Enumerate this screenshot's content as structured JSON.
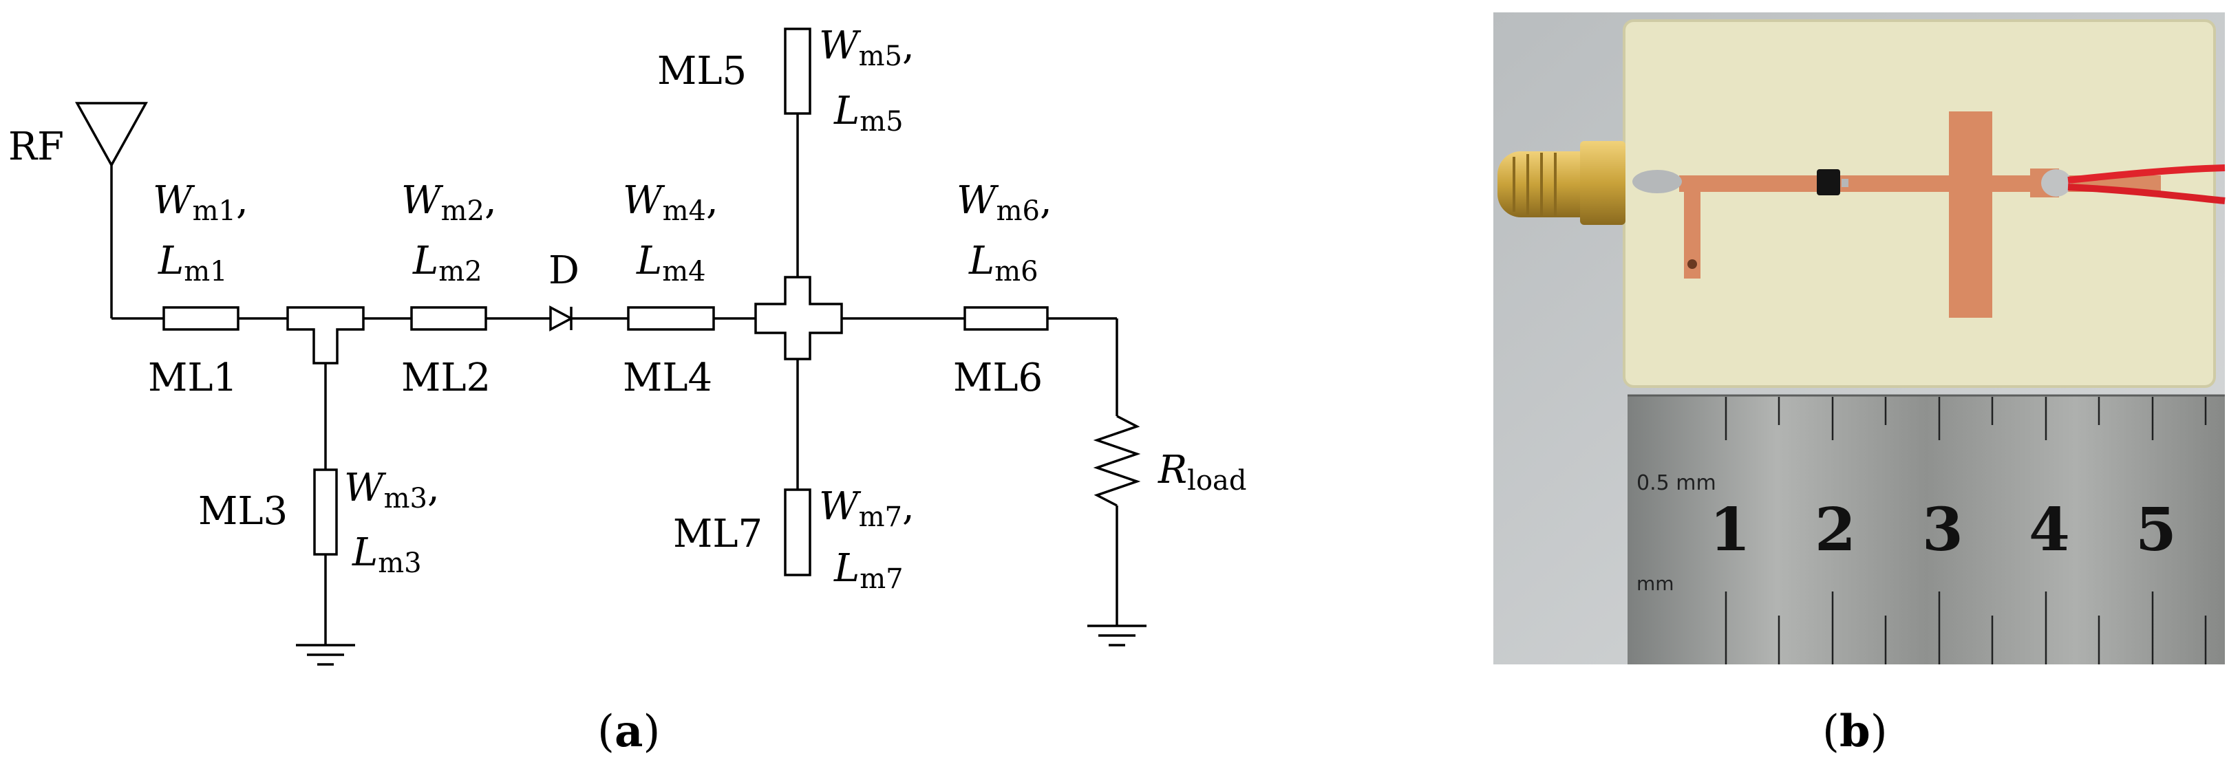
{
  "panel_a": {
    "caption_open": "(",
    "caption_letter": "a",
    "caption_close": ")",
    "antenna_label": "RF",
    "diode_label": "D",
    "load_label_main": "R",
    "load_label_sub": "load",
    "lines": [
      {
        "id": "ML1",
        "w_sub": "m1",
        "l_sub": "m1"
      },
      {
        "id": "ML2",
        "w_sub": "m2",
        "l_sub": "m2"
      },
      {
        "id": "ML3",
        "w_sub": "m3",
        "l_sub": "m3"
      },
      {
        "id": "ML4",
        "w_sub": "m4",
        "l_sub": "m4"
      },
      {
        "id": "ML5",
        "w_sub": "m5",
        "l_sub": "m5"
      },
      {
        "id": "ML6",
        "w_sub": "m6",
        "l_sub": "m6"
      },
      {
        "id": "ML7",
        "w_sub": "m7",
        "l_sub": "m7"
      }
    ],
    "w_symbol": "W",
    "l_symbol": "L",
    "comma": ","
  },
  "panel_b": {
    "caption_open": "(",
    "caption_letter": "b",
    "caption_close": ")",
    "ruler_small_label": "0.5 mm",
    "ruler_mm_label": "mm",
    "ruler_numbers": [
      "1",
      "2",
      "3",
      "4",
      "5"
    ]
  },
  "colors": {
    "substrate": "#e8e5c4",
    "copper": "#d98a63",
    "ruler_steel": "#9a9c9a",
    "connector_gold": "#c9a23a",
    "wire_red": "#e0232b"
  }
}
